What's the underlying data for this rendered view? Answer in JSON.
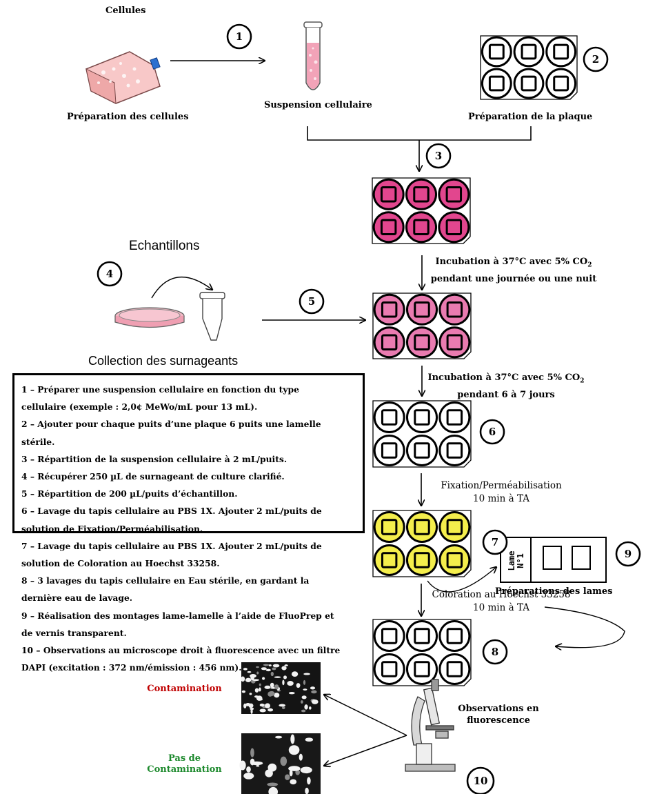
{
  "labels": {
    "cellules": "Cellules",
    "prep_cellules": "Préparation des cellules",
    "suspension": "Suspension cellulaire",
    "prep_plaque": "Préparation de la plaque",
    "echantillons": "Echantillons",
    "collection": "Collection des surnageants",
    "incubation1_l1": "Incubation à 37°C avec 5% CO",
    "incubation1_sub": "2",
    "incubation1_l2": "pendant une  journée ou une nuit",
    "incubation2_l1": "Incubation à 37°C  avec 5% CO",
    "incubation2_sub": "2",
    "incubation2_l2": "pendant 6 à 7 jours",
    "fixation_l1": "Fixation/Perméabilisation",
    "fixation_l2": "10 min à TA",
    "coloration_l1": "Coloration au Hoechst 33258",
    "coloration_l2": "10 min à TA",
    "prep_lames": "Préparations des lames",
    "lame": "Lame",
    "lame_no": "N°1",
    "observations_l1": "Observations en",
    "observations_l2": "fluorescence",
    "contamination": "Contamination",
    "pas_de": "Pas de",
    "pas_contamination": "Contamination"
  },
  "steps": [
    "1",
    "2",
    "3",
    "4",
    "5",
    "6",
    "7",
    "8",
    "9",
    "10"
  ],
  "legend": [
    {
      "num": "1",
      "text": " – Préparer une suspension cellulaire en fonction du type"
    },
    {
      "num": "",
      "text": "cellulaire (exemple : 2,0¢ MeWo/mL pour 13 mL)."
    },
    {
      "num": "2",
      "text": " – Ajouter pour chaque puits d’une plaque 6 puits une lamelle"
    },
    {
      "num": "",
      "text": "stérile."
    },
    {
      "num": "3",
      "text": " – Répartition de la suspension cellulaire à 2 mL/puits."
    },
    {
      "num": "4",
      "text": " – Récupérer 250 µL de surnageant de culture  clarifié."
    },
    {
      "num": "5",
      "text": " – Répartition de 200 µL/puits d’échantillon."
    },
    {
      "num": "6",
      "text": " – Lavage du tapis cellulaire au PBS 1X. Ajouter 2 mL/puits de"
    },
    {
      "num": "",
      "text": "solution de Fixation/Perméabilisation."
    },
    {
      "num": "7",
      "text": " – Lavage du tapis cellulaire au PBS 1X. Ajouter 2 mL/puits de"
    },
    {
      "num": "",
      "text": "solution de Coloration au Hoechst 33258."
    },
    {
      "num": "8",
      "text": " – 3 lavages du tapis cellulaire en Eau stérile, en gardant la"
    },
    {
      "num": "",
      "text": "dernière eau de lavage."
    },
    {
      "num": "9",
      "text": " – Réalisation des montages lame-lamelle à l’aide de FluoPrep et"
    },
    {
      "num": "",
      "text": "de vernis transparent."
    },
    {
      "num": "10",
      "text": " – Observations au microscope droit à fluorescence avec un filtre"
    },
    {
      "num": "",
      "text": "DAPI  (excitation : 372 nm/émission : 456 nm)."
    }
  ],
  "colors": {
    "contamination": "#c00000",
    "pas_contamination": "#1e8a2e",
    "well_empty": "#ffffff",
    "well_magenta": "#e2468e",
    "well_pink": "#e97bb0",
    "well_yellow": "#f4ee4c",
    "tube_liquid": "#f2a3b8",
    "flask": "#f8c8c8"
  }
}
